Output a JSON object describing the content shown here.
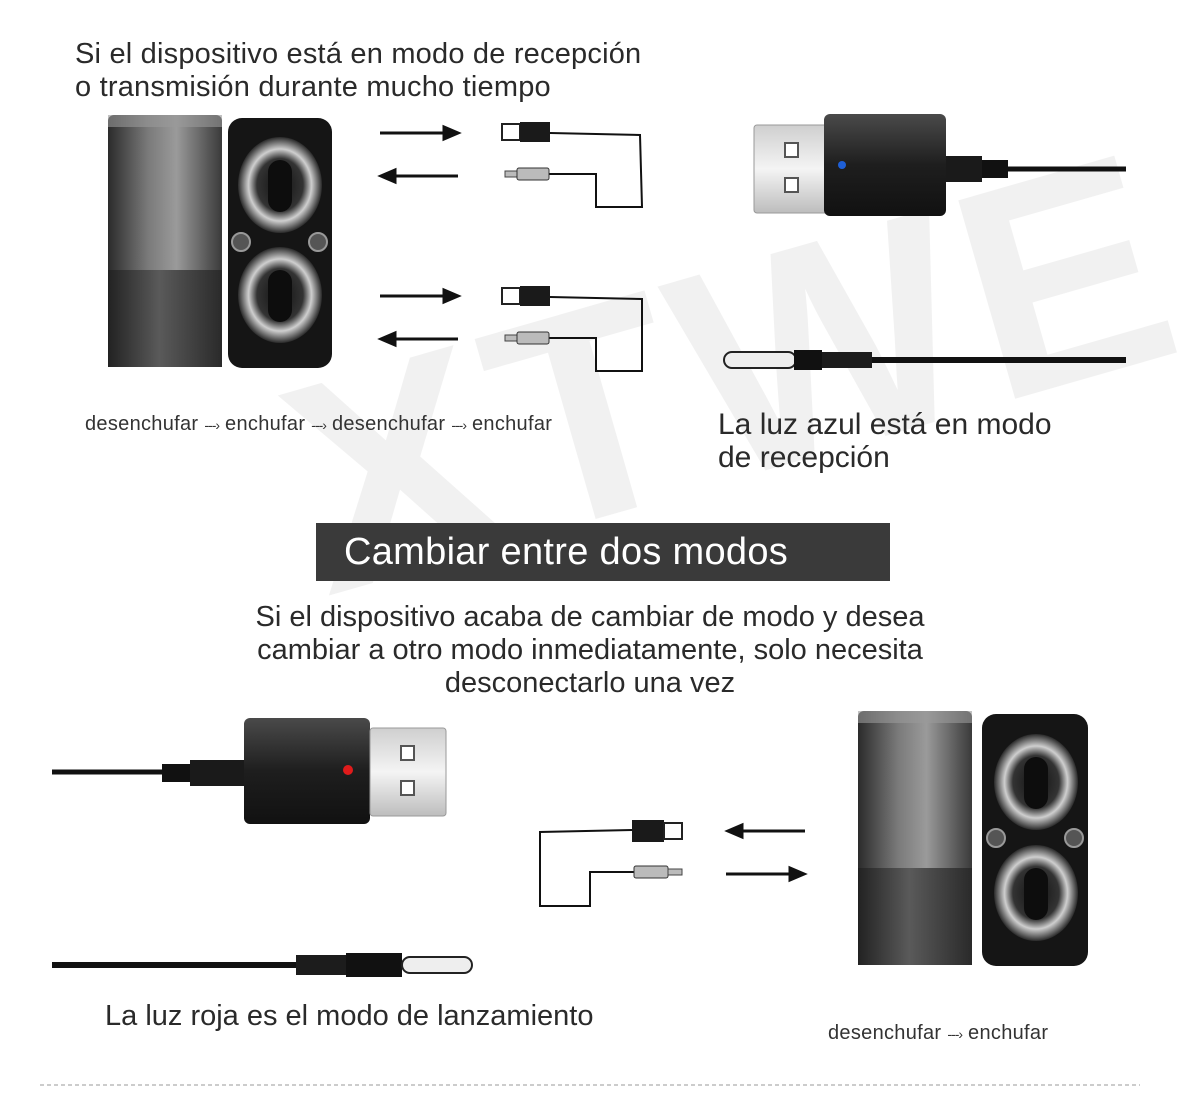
{
  "watermark": "XTWE",
  "top_section": {
    "heading_line1": "Si el dispositivo está en modo de recepción",
    "heading_line2": "o transmisión durante mucho tiempo",
    "sequence": [
      "desenchufar",
      "enchufar",
      "desenchufar",
      "enchufar"
    ],
    "sequence_arrow": "---›",
    "blue_line1": "La luz azul está en modo",
    "blue_line2": "de recepción"
  },
  "banner": {
    "title": "Cambiar entre dos modos"
  },
  "middle_text": {
    "line1": "Si el dispositivo acaba de cambiar de modo y desea",
    "line2": "cambiar a otro modo inmediatamente, solo necesita",
    "line3": "desconectarlo una vez"
  },
  "bottom_section": {
    "red_caption": "La luz roja es el modo de lanzamiento",
    "sequence": [
      "desenchufar",
      "enchufar"
    ],
    "sequence_arrow": "---›"
  },
  "colors": {
    "led_blue": "#1e5fd6",
    "led_red": "#e01b1b",
    "banner_bg": "#3a3a3a"
  },
  "icons": [
    "speaker-icon",
    "usb-adapter-icon",
    "audio-jack-icon",
    "usb-cable-icon",
    "arrow-icon"
  ]
}
